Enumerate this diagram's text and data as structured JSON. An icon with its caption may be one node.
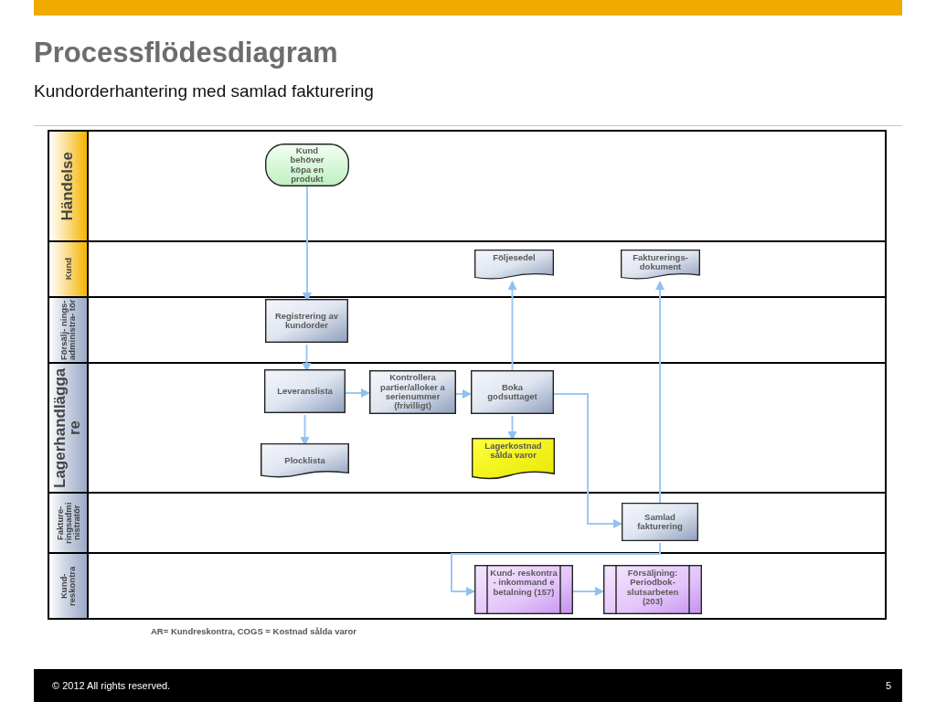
{
  "diagram": {
    "title": "Processflödesdiagram",
    "nodes": [
      {
        "text": [
          "Händelse"
        ]
      },
      {
        "text": [
          "Kund"
        ]
      },
      {
        "text": [
          "Försälj- nings- administra- tör"
        ]
      },
      {
        "text": [
          "Lagerhandlägga re"
        ]
      },
      {
        "text": [
          "Fakture- ringsadmi nistratör"
        ]
      },
      {
        "text": [
          "Kund- reskontra"
        ]
      },
      {
        "text": [
          "Kund behöver köpa en produkt"
        ],
        "in": 0
      },
      {
        "text": [
          "Följesedel"
        ],
        "in": 1
      },
      {
        "text": [
          "Fakturerings- dokument"
        ],
        "in": 1
      },
      {
        "text": [
          "Registrering av kundorder"
        ],
        "in": 2
      },
      {
        "text": [
          "Leveranslista"
        ],
        "in": 3
      },
      {
        "text": [
          "Kontrollera partier/alloker a serienummer (frivilligt)"
        ],
        "in": 3
      },
      {
        "text": [
          "Boka godsuttaget"
        ],
        "in": 3
      },
      {
        "text": [
          "Plocklista"
        ],
        "in": 3
      },
      {
        "text": [
          "Lagerkostnad sålda varor"
        ],
        "in": 3
      },
      {
        "text": [
          "Samlad fakturering"
        ],
        "in": 4
      },
      {
        "text": [
          "Kund- reskontra - inkommand e betalning (157)"
        ],
        "in": 5
      },
      {
        "text": [
          "Försäljning: Periodbok- slutsarbeten (203)"
        ],
        "in": 5
      }
    ],
    "edges": [
      {
        "from": 6,
        "to": 9,
        "arrow": "to"
      },
      {
        "from": 9,
        "to": 10,
        "arrow": "to"
      },
      {
        "from": 10,
        "to": 11,
        "arrow": "to"
      },
      {
        "from": 10,
        "to": 13,
        "arrow": "to"
      },
      {
        "from": 11,
        "to": 12,
        "arrow": "to"
      },
      {
        "from": 12,
        "to": 14,
        "arrow": "to"
      },
      {
        "from": 12,
        "to": 7,
        "arrow": "to"
      },
      {
        "from": 12,
        "to": 15,
        "arrow": "to"
      },
      {
        "from": 15,
        "to": 8,
        "arrow": "to"
      },
      {
        "from": 15,
        "to": 16,
        "arrow": "to"
      },
      {
        "from": 16,
        "to": 17,
        "arrow": "to"
      }
    ],
    "labels": [
      "Kundorderhantering med samlad fakturering",
      "AR= Kundreskontra, COGS = Kostnad sålda varor",
      "© 2012 All rights reserved.",
      "5"
    ]
  }
}
